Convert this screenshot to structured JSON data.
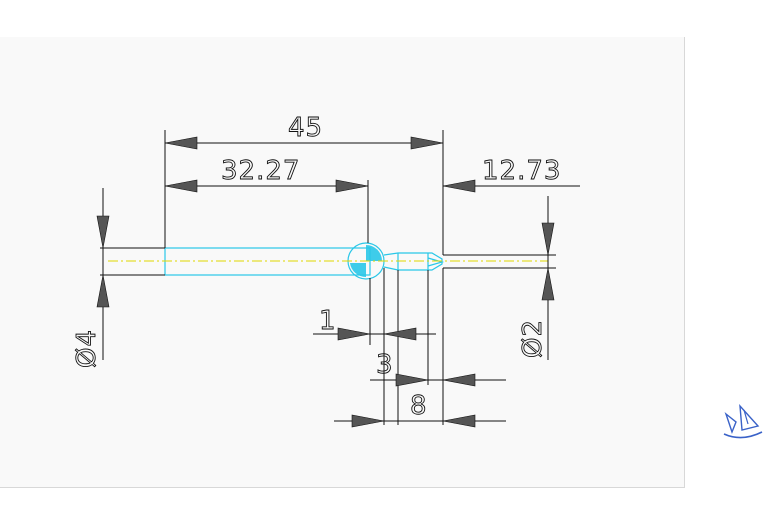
{
  "dimensions": {
    "overall_length": "45",
    "left_length": "32.27",
    "right_length": "12.73",
    "left_diameter": "Ø4",
    "right_diameter": "Ø2",
    "step_1": "1",
    "step_3": "3",
    "step_8": "8"
  },
  "colors": {
    "part_outline": "#29c7e8",
    "center_line": "#e0d800",
    "dimension_lines": "#111111",
    "arrowheads": "#555555",
    "sheet_background": "#f9f9f9"
  },
  "icons": {
    "corner_logo": "sailboat-logo-icon"
  }
}
